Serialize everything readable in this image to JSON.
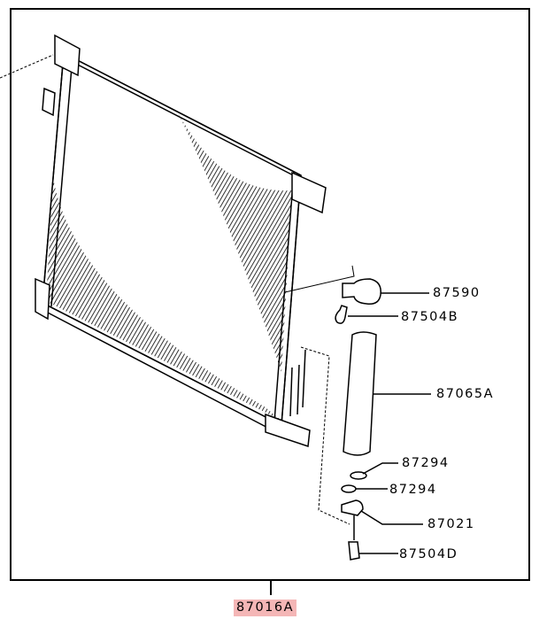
{
  "diagram": {
    "main_part": {
      "number": "87016A",
      "highlight_color": "#f4b6b6"
    },
    "callouts": [
      {
        "number": "87590"
      },
      {
        "number": "87504B"
      },
      {
        "number": "87065A"
      },
      {
        "number": "87294"
      },
      {
        "number": "87294"
      },
      {
        "number": "87021"
      },
      {
        "number": "87504D"
      }
    ]
  }
}
